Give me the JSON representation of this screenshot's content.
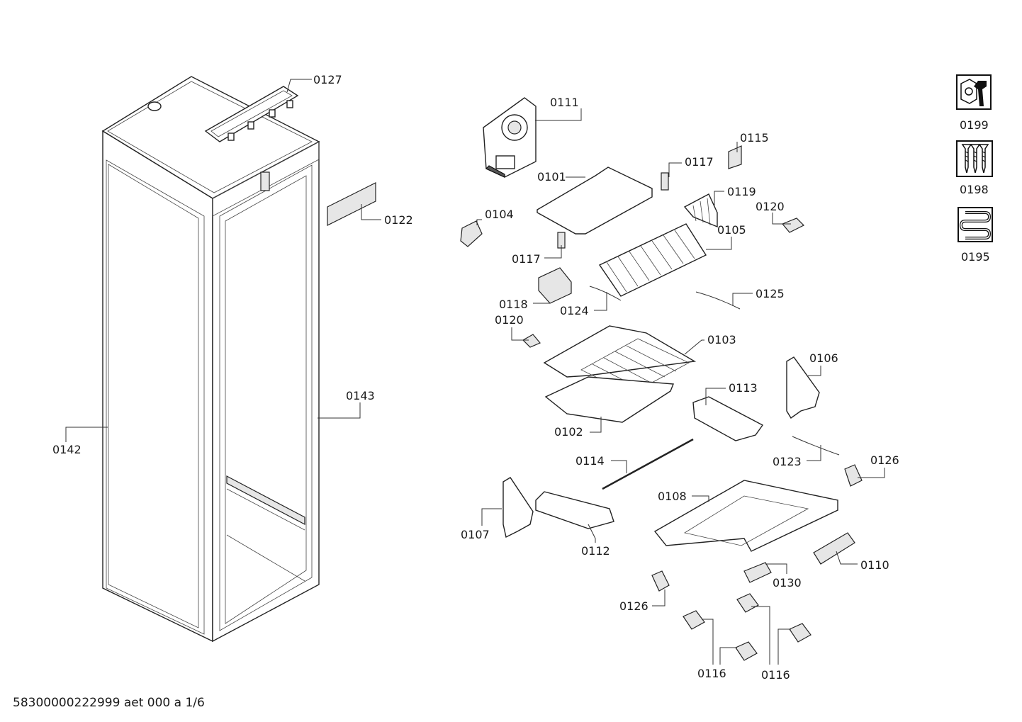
{
  "parts": {
    "p0127": "0127",
    "p0122": "0122",
    "p0143": "0143",
    "p0142": "0142",
    "p0111": "0111",
    "p0101": "0101",
    "p0117a": "0117",
    "p0115": "0115",
    "p0119": "0119",
    "p0104": "0104",
    "p0120a": "0120",
    "p0105": "0105",
    "p0117b": "0117",
    "p0118": "0118",
    "p0124": "0124",
    "p0125": "0125",
    "p0120b": "0120",
    "p0103": "0103",
    "p0106": "0106",
    "p0113": "0113",
    "p0102": "0102",
    "p0114": "0114",
    "p0123": "0123",
    "p0126a": "0126",
    "p0108": "0108",
    "p0107": "0107",
    "p0112": "0112",
    "p0110": "0110",
    "p0130": "0130",
    "p0126b": "0126",
    "p0116a": "0116",
    "p0116b": "0116"
  },
  "legend": {
    "tools": "0199",
    "screws": "0198",
    "refrigerant": "0195"
  },
  "footer": "58300000222999 aet 000 a 1/6"
}
